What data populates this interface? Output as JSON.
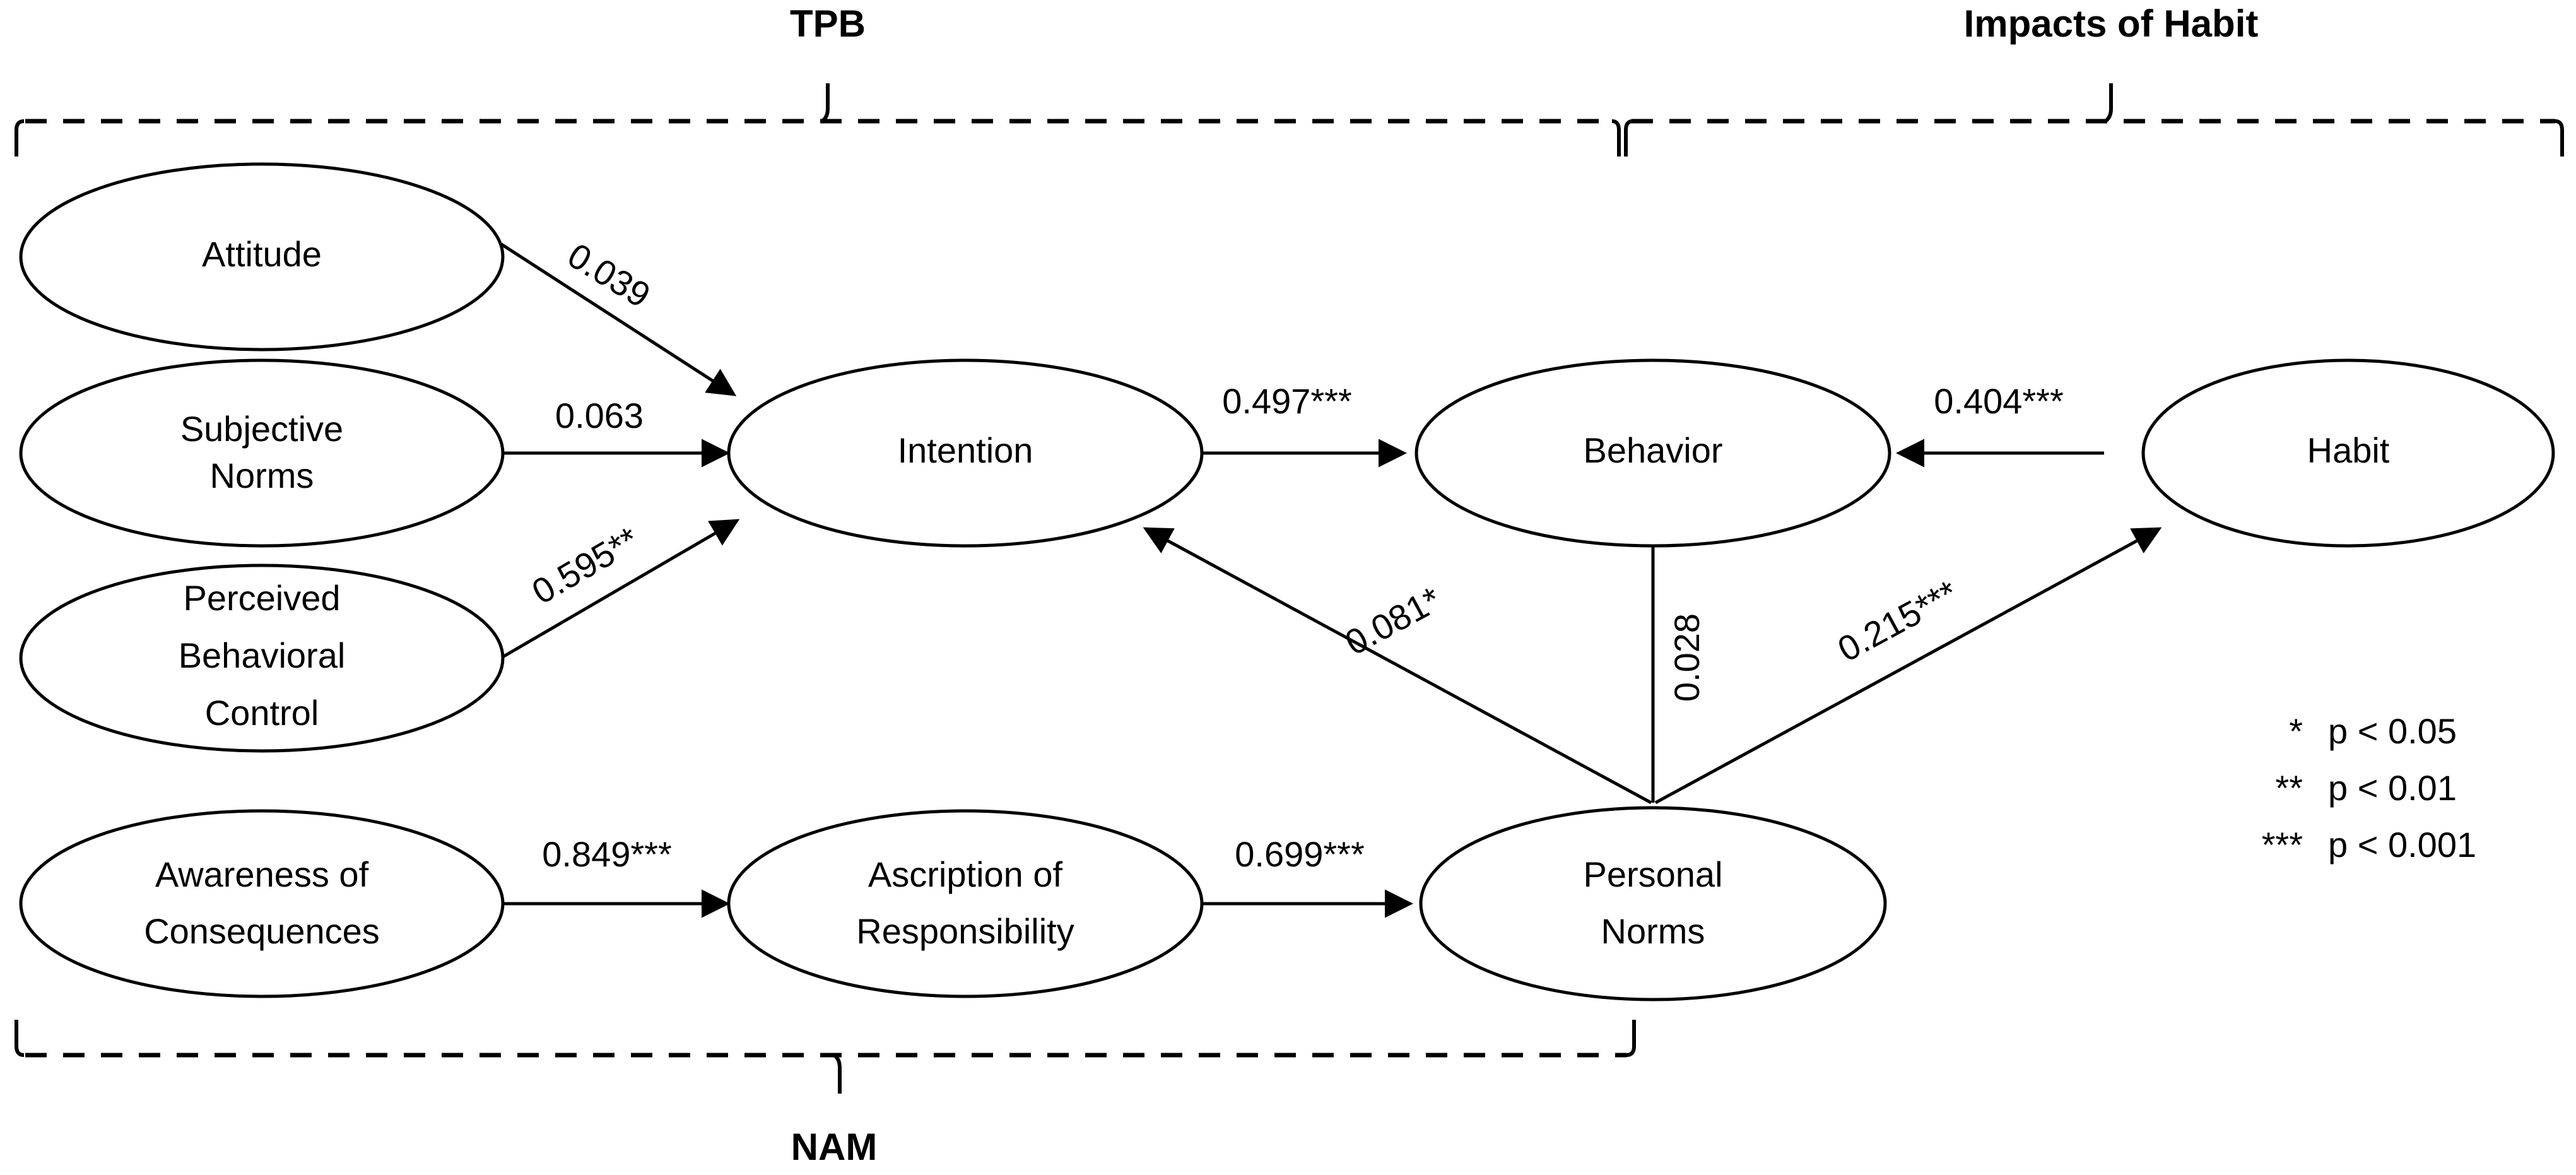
{
  "diagram": {
    "title_groups": [
      {
        "id": "tpb",
        "label": "TPB"
      },
      {
        "id": "habit",
        "label": "Impacts of Habit"
      },
      {
        "id": "nam",
        "label": "NAM"
      }
    ],
    "nodes": [
      {
        "id": "attitude",
        "label_lines": [
          "Attitude"
        ]
      },
      {
        "id": "subjective",
        "label_lines": [
          "Subjective",
          "Norms"
        ]
      },
      {
        "id": "pbc",
        "label_lines": [
          "Perceived",
          "Behavioral",
          "Control"
        ]
      },
      {
        "id": "intention",
        "label_lines": [
          "Intention"
        ]
      },
      {
        "id": "behavior",
        "label_lines": [
          "Behavior"
        ]
      },
      {
        "id": "habit",
        "label_lines": [
          "Habit"
        ]
      },
      {
        "id": "awareness",
        "label_lines": [
          "Awareness of",
          "Consequences"
        ]
      },
      {
        "id": "ascription",
        "label_lines": [
          "Ascription of",
          "Responsibility"
        ]
      },
      {
        "id": "personal",
        "label_lines": [
          "Personal",
          "Norms"
        ]
      }
    ],
    "edges": [
      {
        "id": "attitude-intention",
        "coefficient": "0.039"
      },
      {
        "id": "subjective-intention",
        "coefficient": "0.063"
      },
      {
        "id": "pbc-intention",
        "coefficient": "0.595**"
      },
      {
        "id": "intention-behavior",
        "coefficient": "0.497***"
      },
      {
        "id": "habit-behavior",
        "coefficient": "0.404***"
      },
      {
        "id": "personal-intention",
        "coefficient": "0.081*"
      },
      {
        "id": "personal-behavior",
        "coefficient": "0.028"
      },
      {
        "id": "personal-habit",
        "coefficient": "0.215***"
      },
      {
        "id": "awareness-ascription",
        "coefficient": "0.849***"
      },
      {
        "id": "ascription-personal",
        "coefficient": "0.699***"
      }
    ],
    "legend": [
      {
        "stars": "*",
        "text": "p < 0.05"
      },
      {
        "stars": "**",
        "text": "p < 0.01"
      },
      {
        "stars": "***",
        "text": "p < 0.001"
      }
    ],
    "colors": {
      "stroke": "#000000",
      "background": "#ffffff",
      "text": "#000000"
    }
  }
}
